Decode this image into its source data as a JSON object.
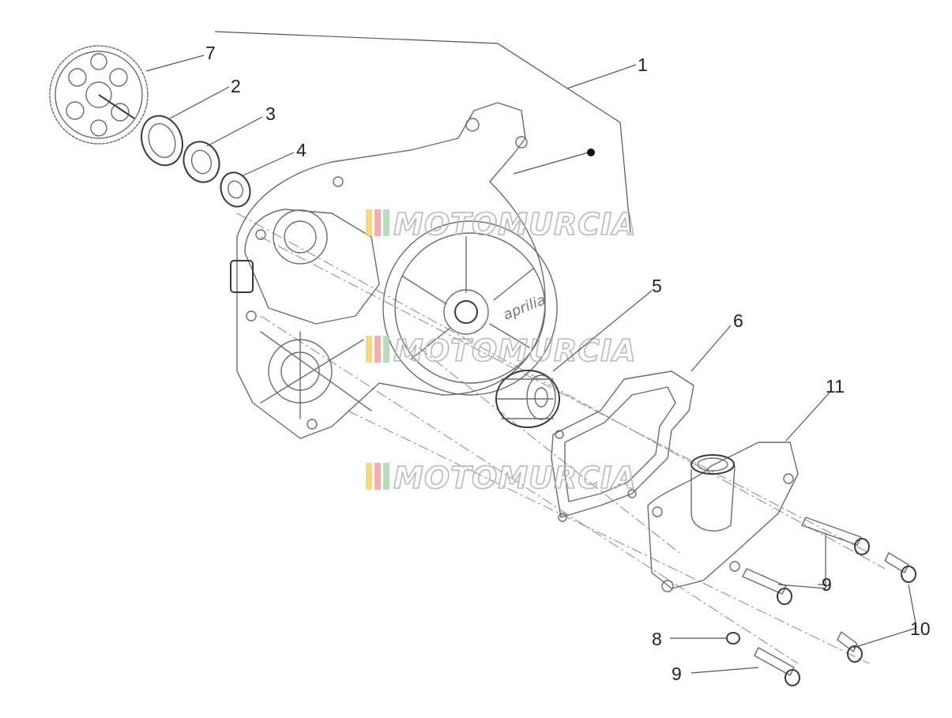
{
  "diagram": {
    "callouts": [
      "1",
      "2",
      "3",
      "4",
      "5",
      "6",
      "7",
      "8",
      "9",
      "9",
      "10",
      "11"
    ],
    "watermark": "MOTOMURCIA",
    "watermark_colors": [
      "#f2d36b",
      "#f4a0a0",
      "#a9d8b0"
    ],
    "cover_brand": "aprilia"
  }
}
